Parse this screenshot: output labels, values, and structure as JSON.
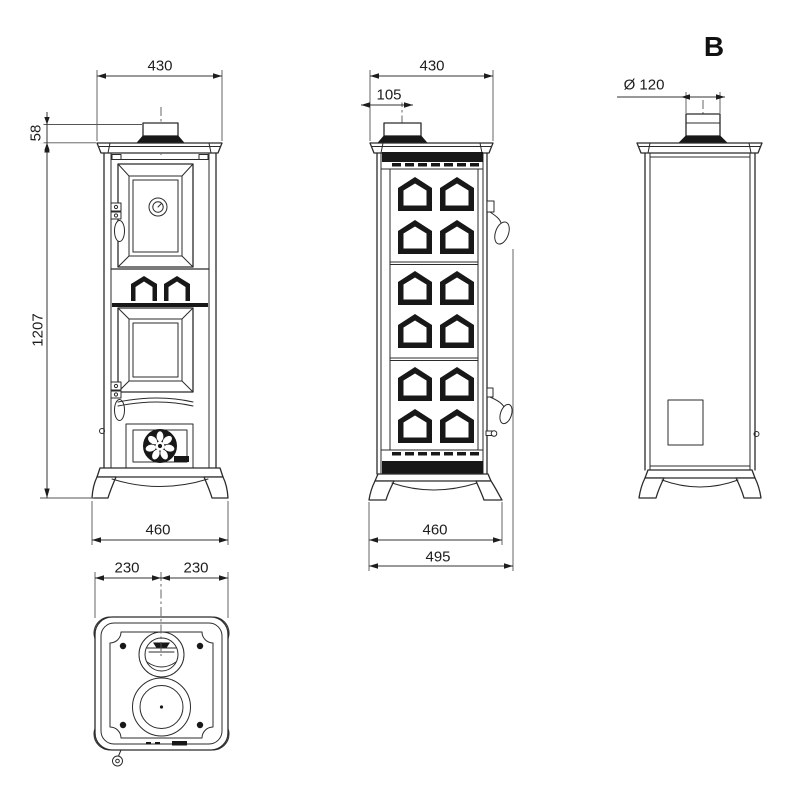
{
  "dimensions": {
    "front": {
      "top_width": "430",
      "collar_height": "58",
      "total_height": "1207",
      "base_width": "460"
    },
    "side": {
      "top_width": "430",
      "flue_offset": "105",
      "base_depth": "460",
      "total_depth": "495"
    },
    "back": {
      "view_label": "B",
      "flue_diameter": "Ø 120"
    },
    "top": {
      "half_depth_left": "230",
      "half_depth_right": "230"
    }
  },
  "colors": {
    "line": "#2b2b2b",
    "dark_fill": "#181818",
    "background": "#ffffff",
    "text": "#1d1d1d"
  }
}
